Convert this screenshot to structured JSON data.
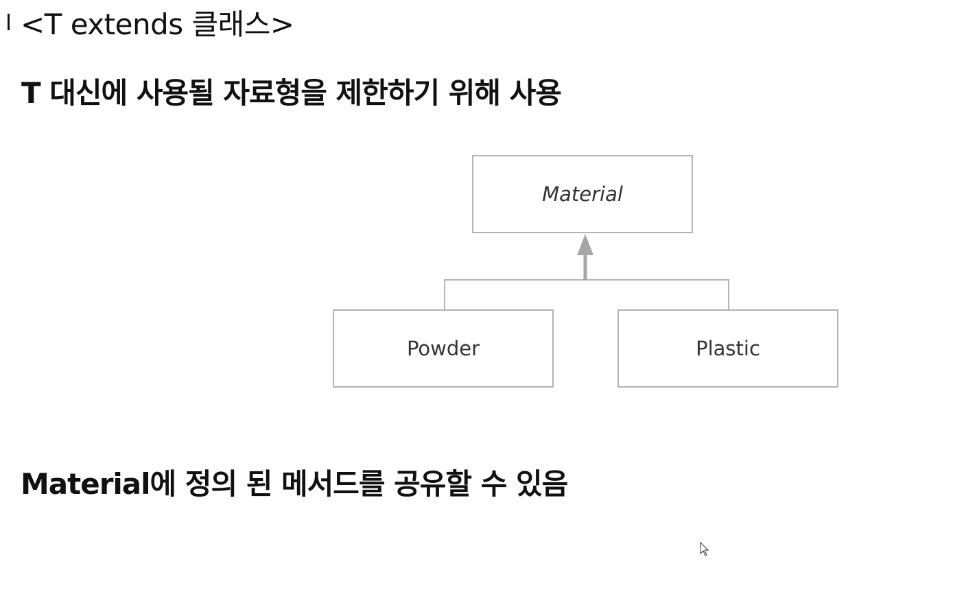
{
  "heading": "<T extends 클래스>",
  "subheading": "T 대신에 사용될 자료형을 제한하기 위해 사용",
  "footer": "Material에 정의 된 메서드를 공유할 수 있음",
  "diagram": {
    "parent": "Material",
    "children": [
      "Powder",
      "Plastic"
    ],
    "colors": {
      "box_border": "#b3b3b3",
      "arrow": "#a6a6a6",
      "text": "#333333"
    }
  },
  "icons": {
    "text_cursor": "text-cursor-icon",
    "mouse_pointer": "mouse-pointer-icon"
  }
}
